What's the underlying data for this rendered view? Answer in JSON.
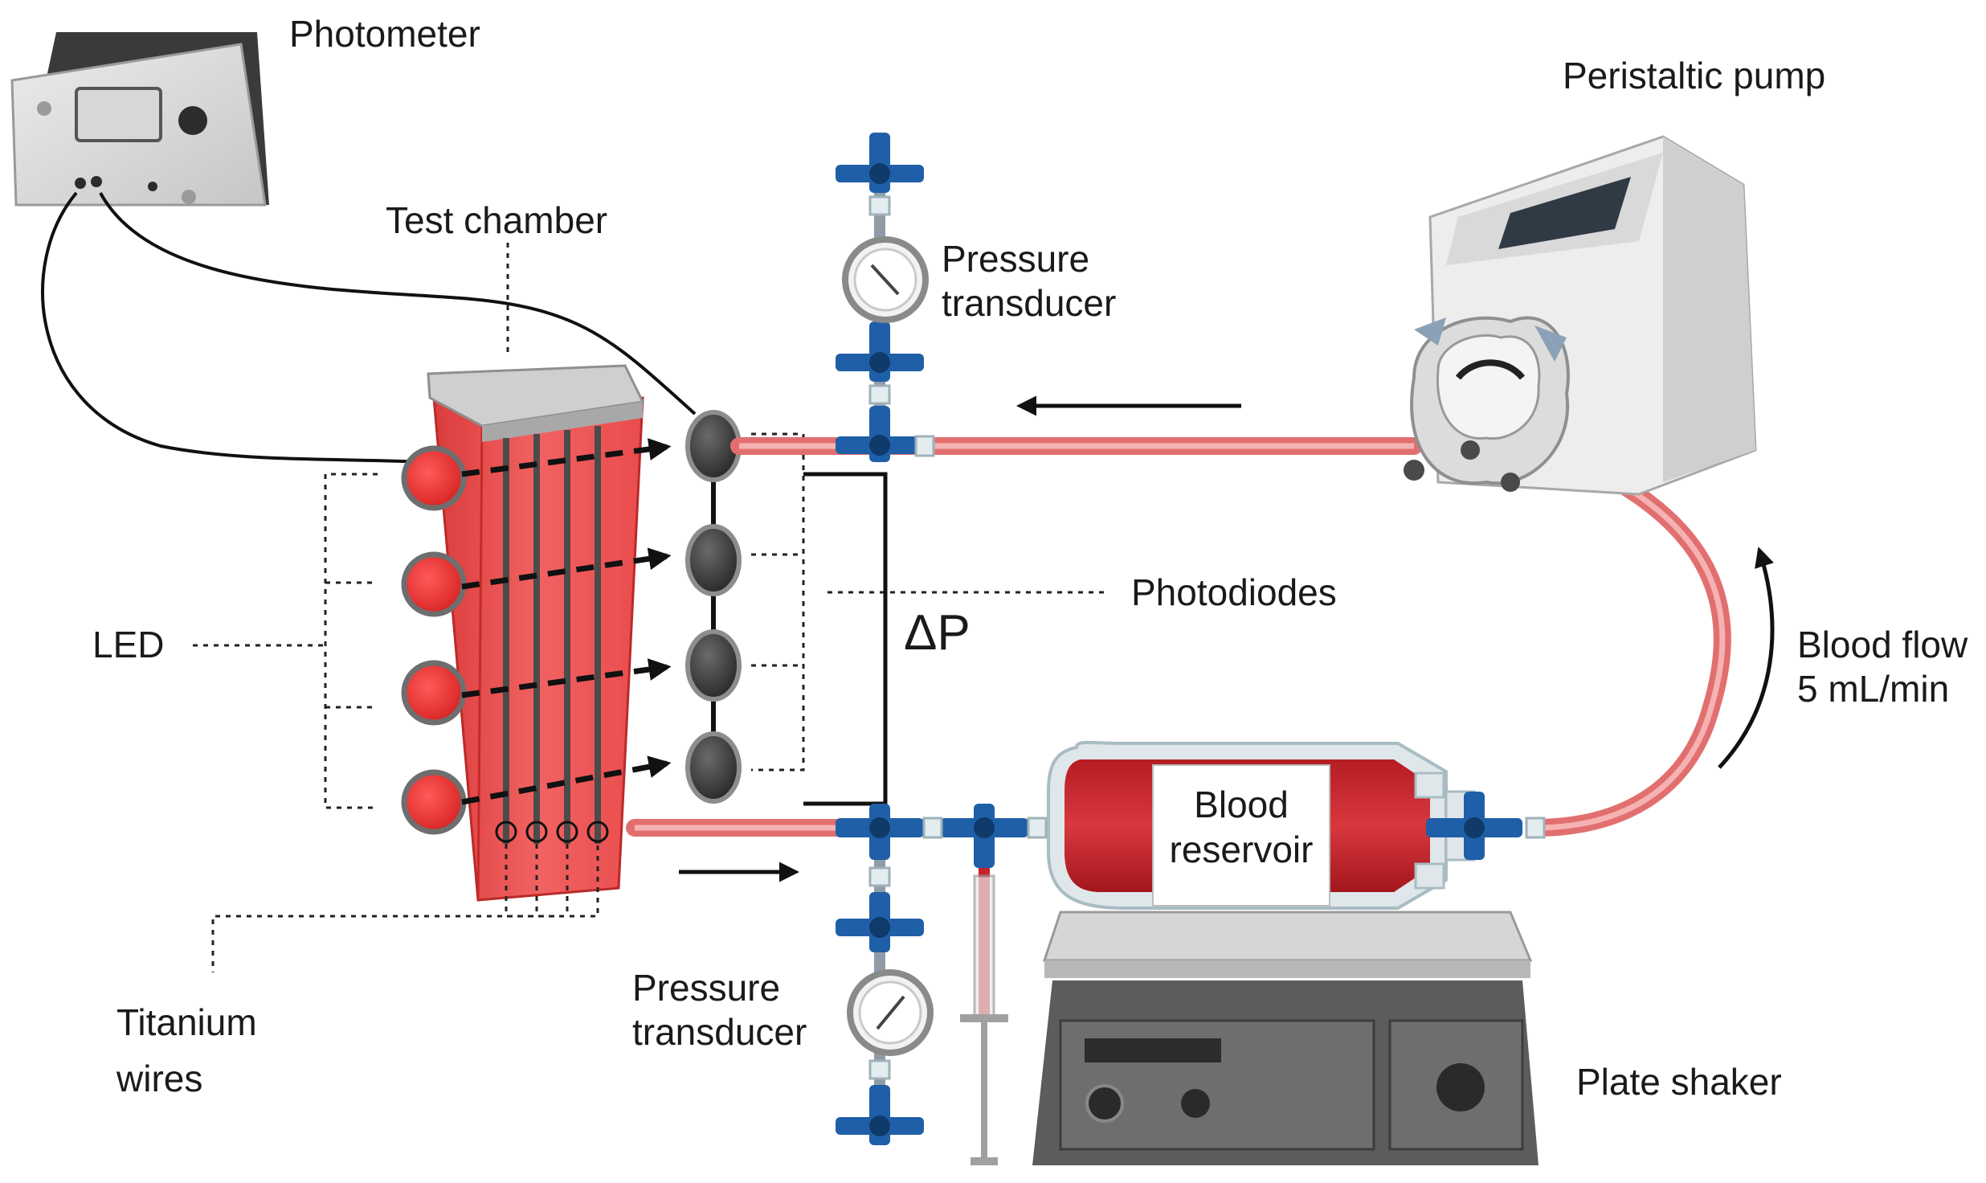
{
  "labels": {
    "photometer": "Photometer",
    "test_chamber": "Test chamber",
    "pressure_transducer_top_1": "Pressure",
    "pressure_transducer_top_2": "transducer",
    "peristaltic_pump": "Peristaltic pump",
    "photodiodes": "Photodiodes",
    "delta_p": "ΔP",
    "led": "LED",
    "blood_flow_1": "Blood flow",
    "blood_flow_2": "5 mL/min",
    "blood_reservoir_1": "Blood",
    "blood_reservoir_2": "reservoir",
    "titanium_wires_1": "Titanium",
    "titanium_wires_2": "wires",
    "pressure_transducer_bottom_1": "Pressure",
    "pressure_transducer_bottom_2": "transducer",
    "plate_shaker": "Plate shaker"
  },
  "colors": {
    "blood": "#c8232b",
    "chamber": "#ef4a4a",
    "tubing": "#e26f6f",
    "valve_blue": "#1f5fa8",
    "device_gray": "#d9d9d9",
    "device_dark": "#4a4a4a"
  }
}
